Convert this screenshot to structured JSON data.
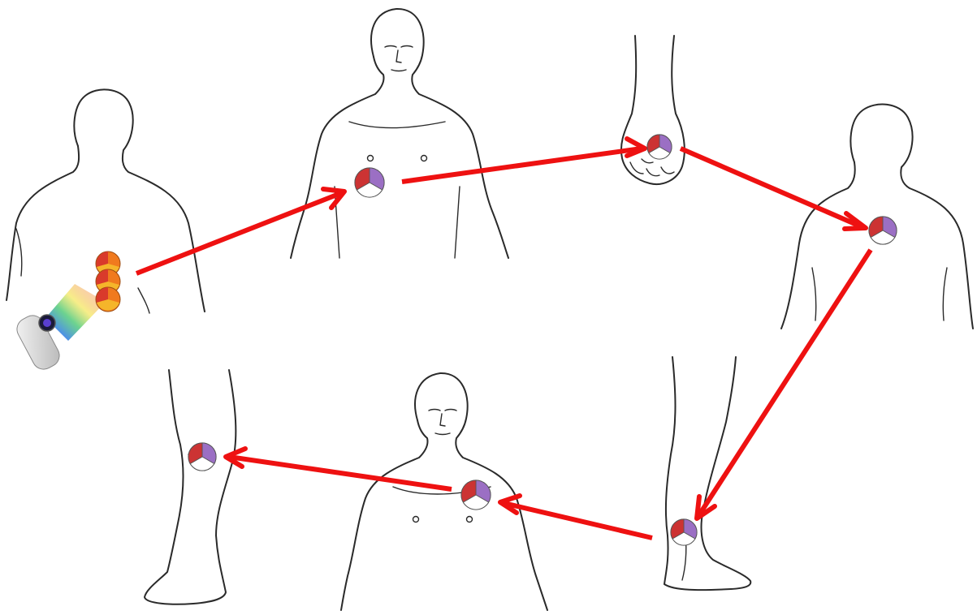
{
  "colors": {
    "arrow": "#ee1111",
    "segment_red": "#cc3333",
    "segment_purple": "#9b6fc4",
    "segment_white": "#ffffff",
    "start_orange": "#f07a1e",
    "start_red": "#d93a2b",
    "start_yellow": "#f5b52a",
    "outline": "#2a2a2a"
  },
  "figures": [
    {
      "name": "back-torso-left",
      "view": "back"
    },
    {
      "name": "front-torso-center",
      "view": "front"
    },
    {
      "name": "foot-sole",
      "view": "sole"
    },
    {
      "name": "back-torso-right",
      "view": "back"
    },
    {
      "name": "ankle-right",
      "view": "side"
    },
    {
      "name": "front-torso-bottom",
      "view": "front"
    },
    {
      "name": "knee-left",
      "view": "side"
    }
  ],
  "points": [
    {
      "name": "start-point-stack",
      "type": "triple-disc"
    },
    {
      "name": "abdomen-point",
      "type": "tri-segment"
    },
    {
      "name": "foot-point",
      "type": "tri-segment"
    },
    {
      "name": "upper-back-point",
      "type": "tri-segment"
    },
    {
      "name": "ankle-point",
      "type": "tri-segment"
    },
    {
      "name": "shoulder-point",
      "type": "tri-segment"
    },
    {
      "name": "knee-point",
      "type": "tri-segment"
    }
  ],
  "device": {
    "name": "light-therapy-device",
    "icon": "light-pen-icon"
  },
  "sequence": [
    "start-point-stack",
    "abdomen-point",
    "foot-point",
    "upper-back-point",
    "ankle-point",
    "shoulder-point",
    "knee-point"
  ]
}
